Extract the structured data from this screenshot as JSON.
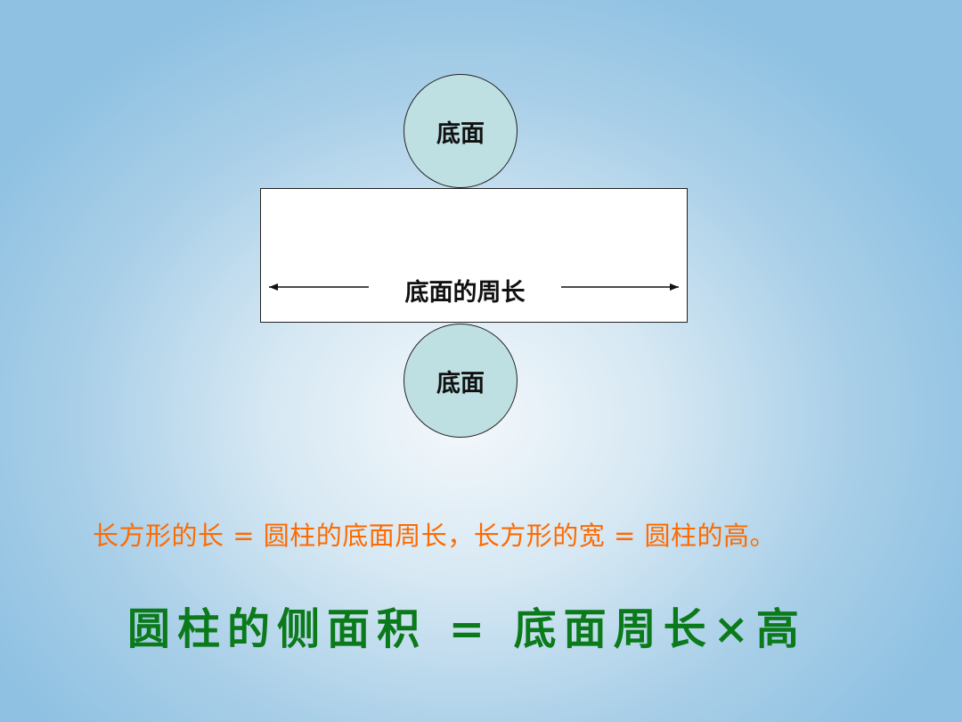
{
  "diagram": {
    "top_circle_label": "底面",
    "bottom_circle_label": "底面",
    "rect_width_label": "底面的周长"
  },
  "statement": "长方形的长 = 圆柱的底面周长，长方形的宽 = 圆柱的高。",
  "formula": "圆柱的侧面积 = 底面周长×高",
  "colors": {
    "statement": "#ff6a00",
    "formula": "#0a7a1a",
    "circle_fill": "#bfe0e3",
    "rect_fill": "#ffffff"
  }
}
